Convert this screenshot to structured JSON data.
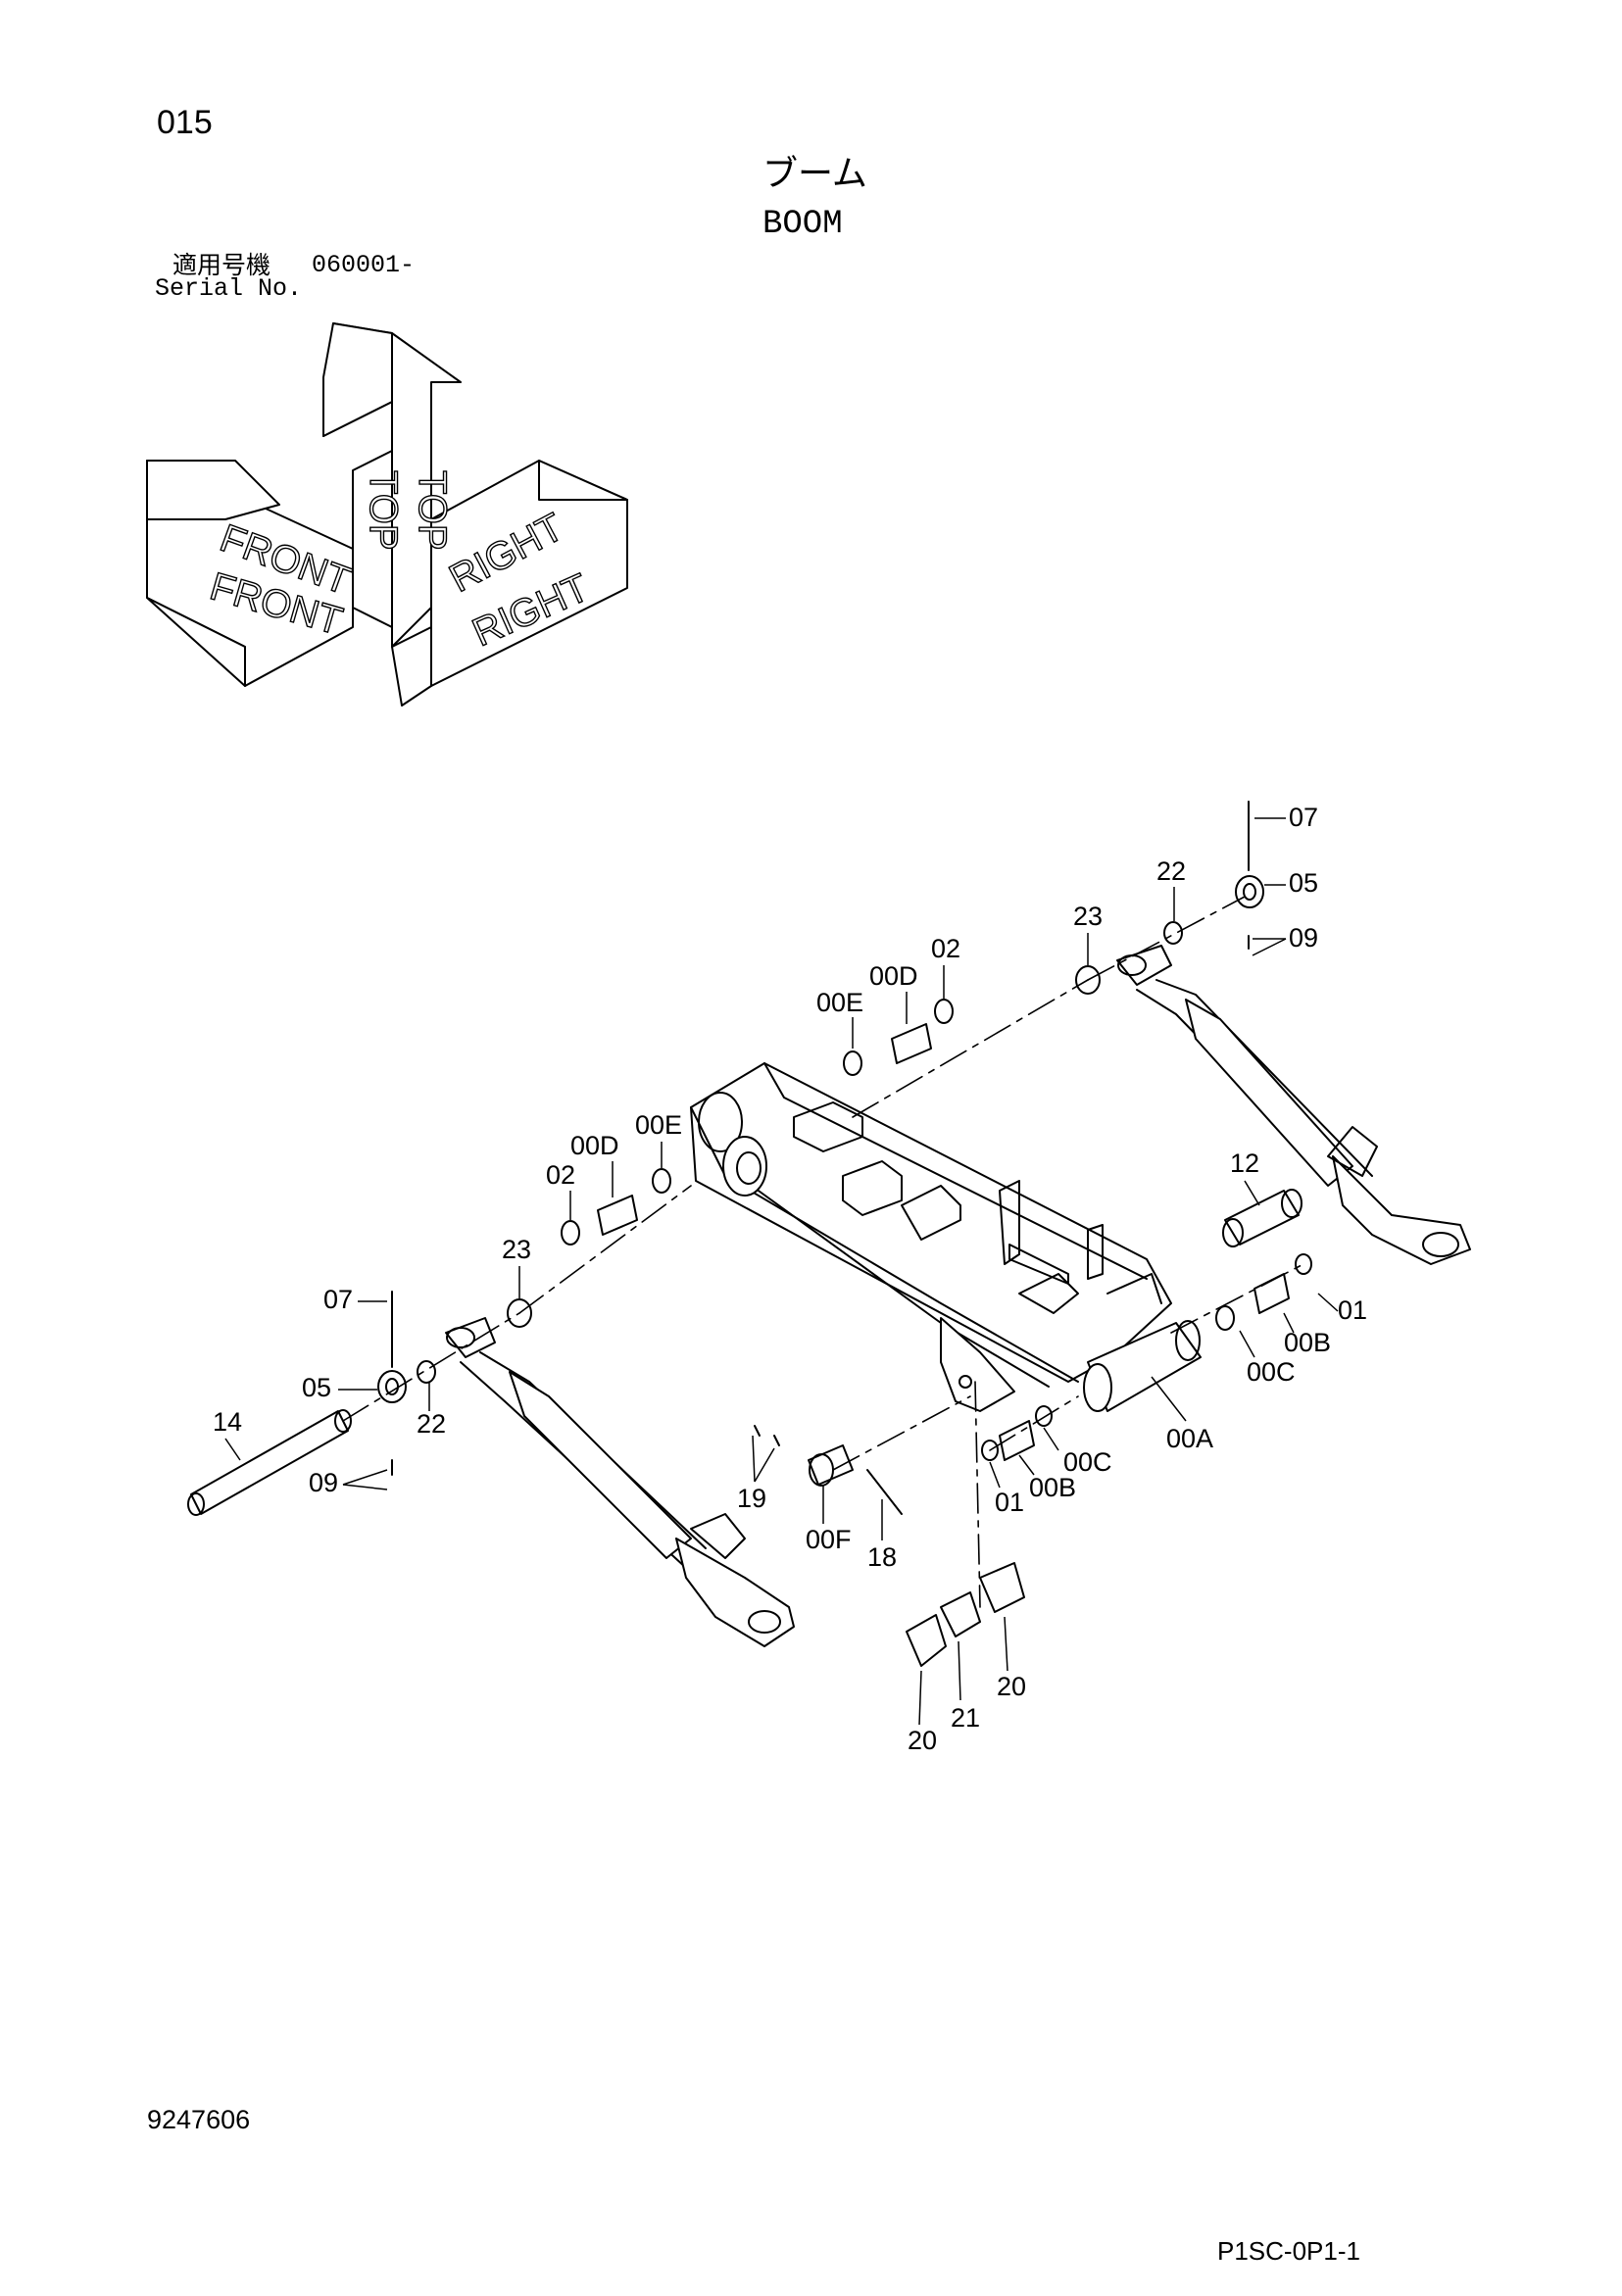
{
  "header": {
    "page_number": "015",
    "title_jp": "ブーム",
    "title_en": "BOOM",
    "serial_label_jp": "適用号機",
    "serial_range": "060001-",
    "serial_label_en": "Serial No."
  },
  "orientation": {
    "labels": [
      "FRONT",
      "FRONT",
      "TOP",
      "TOP",
      "RIGHT",
      "RIGHT"
    ]
  },
  "callouts": [
    "07",
    "05",
    "09",
    "22",
    "23",
    "02",
    "00D",
    "00E",
    "00E",
    "00D",
    "02",
    "23",
    "07",
    "05",
    "22",
    "14",
    "09",
    "12",
    "01",
    "00B",
    "00C",
    "00A",
    "00C",
    "00B",
    "01",
    "19",
    "00F",
    "18",
    "20",
    "21",
    "20"
  ],
  "footer": {
    "doc_number": "9247606",
    "sheet_code": "P1SC-0P1-1"
  },
  "colors": {
    "ink": "#000000",
    "paper": "#ffffff"
  }
}
